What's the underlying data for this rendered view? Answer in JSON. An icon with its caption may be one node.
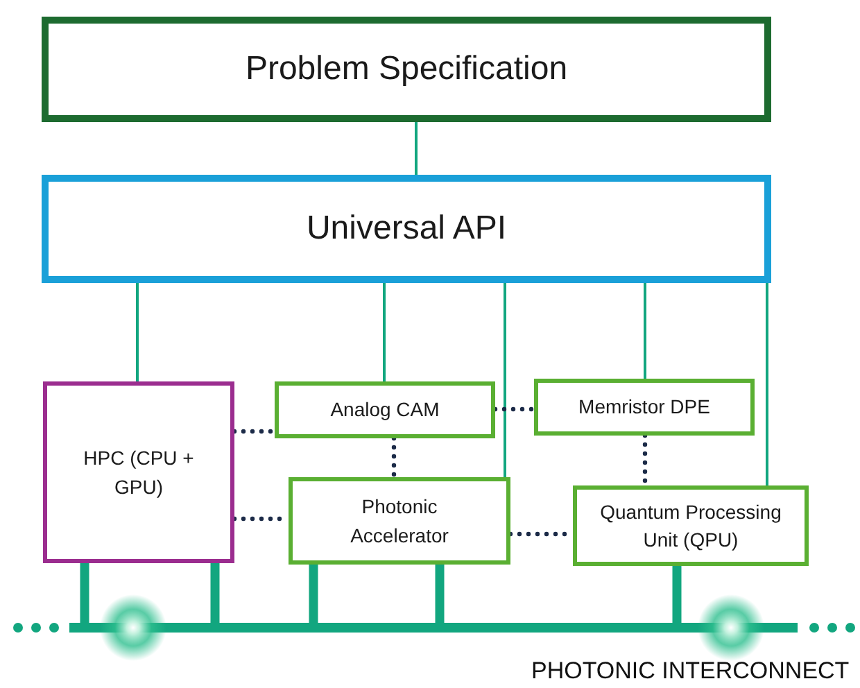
{
  "diagram": {
    "nodes": [
      {
        "text": [
          "Problem Specification"
        ]
      },
      {
        "text": [
          "Universal API"
        ]
      },
      {
        "text": [
          "HPC (CPU + GPU)"
        ]
      },
      {
        "text": [
          "Analog CAM"
        ]
      },
      {
        "text": [
          "Memristor DPE"
        ]
      },
      {
        "text": [
          "Photonic Accelerator"
        ]
      },
      {
        "text": [
          "Quantum Processing Unit (QPU)"
        ]
      },
      {
        "text": [],
        "shape": "bar",
        "beside": [
          "PHOTONIC INTERCONNECT"
        ]
      }
    ],
    "edges": [
      {
        "from": 0,
        "to": 1,
        "arrow": "none"
      },
      {
        "from": 1,
        "to": 2,
        "arrow": "none"
      },
      {
        "from": 1,
        "to": 3,
        "arrow": "none"
      },
      {
        "from": 1,
        "to": 5,
        "arrow": "none"
      },
      {
        "from": 1,
        "to": 4,
        "arrow": "none"
      },
      {
        "from": 1,
        "to": 6,
        "arrow": "none"
      },
      {
        "from": 2,
        "to": 3,
        "arrow": "none",
        "style": "dashed",
        "color": "#1b2a47"
      },
      {
        "from": 3,
        "to": 4,
        "arrow": "none",
        "style": "dashed",
        "color": "#1b2a47"
      },
      {
        "from": 3,
        "to": 5,
        "arrow": "none",
        "style": "dashed",
        "color": "#1b2a47"
      },
      {
        "from": 4,
        "to": 6,
        "arrow": "none",
        "style": "dashed",
        "color": "#1b2a47"
      },
      {
        "from": 2,
        "to": 5,
        "arrow": "none",
        "style": "dashed",
        "color": "#1b2a47"
      },
      {
        "from": 5,
        "to": 6,
        "arrow": "none",
        "style": "dashed",
        "color": "#1b2a47"
      },
      {
        "from": 2,
        "to": 7,
        "arrow": "none",
        "style": "thick"
      },
      {
        "from": 2,
        "to": 7,
        "arrow": "none",
        "style": "thick"
      },
      {
        "from": 5,
        "to": 7,
        "arrow": "none",
        "style": "thick"
      },
      {
        "from": 5,
        "to": 7,
        "arrow": "none",
        "style": "thick"
      },
      {
        "from": 6,
        "to": 7,
        "arrow": "none",
        "style": "thick"
      }
    ]
  }
}
